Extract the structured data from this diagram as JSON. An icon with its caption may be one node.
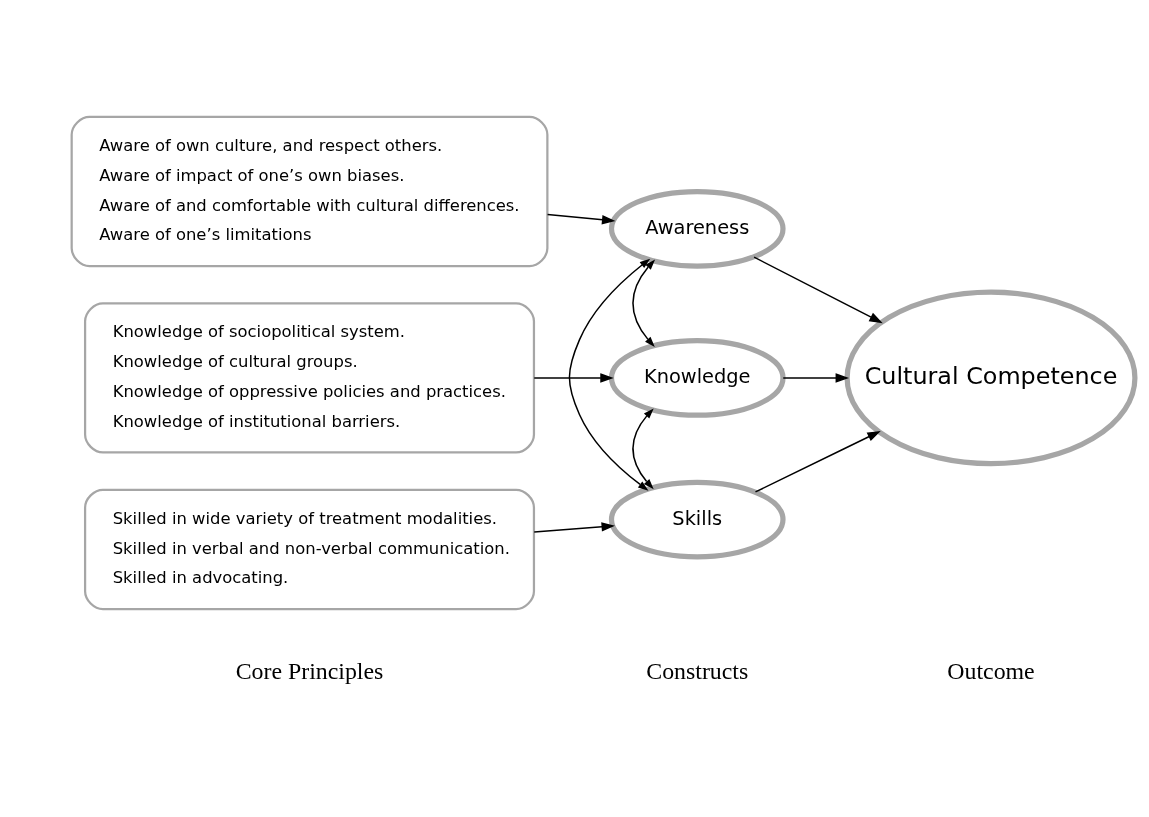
{
  "diagram": {
    "nodes": [
      {
        "text": [
          "Aware of own culture, and respect others.",
          "Aware of impact of one’s own biases.",
          "Aware of and comfortable with cultural differences.",
          "Aware of one’s limitations"
        ]
      },
      {
        "text": [
          "Awareness"
        ]
      },
      {
        "text": [
          "Knowledge of sociopolitical system.",
          "Knowledge of cultural groups.",
          "Knowledge of oppressive policies and practices.",
          "Knowledge of institutional barriers."
        ]
      },
      {
        "text": [
          "Knowledge"
        ]
      },
      {
        "text": [
          "Skilled in wide variety of treatment modalities.",
          "Skilled in verbal and non-verbal communication.",
          "Skilled in advocating."
        ]
      },
      {
        "text": [
          "Skills"
        ]
      },
      {
        "text": [
          "Cultural Competence"
        ]
      }
    ],
    "edges": [
      {
        "from": 0,
        "to": 1,
        "arrow": "to"
      },
      {
        "from": 2,
        "to": 3,
        "arrow": "to"
      },
      {
        "from": 4,
        "to": 5,
        "arrow": "to"
      },
      {
        "from": 1,
        "to": 6,
        "arrow": "to"
      },
      {
        "from": 3,
        "to": 6,
        "arrow": "to"
      },
      {
        "from": 5,
        "to": 6,
        "arrow": "to"
      },
      {
        "from": 1,
        "to": 3,
        "arrow": "both"
      },
      {
        "from": 3,
        "to": 5,
        "arrow": "both"
      },
      {
        "from": 1,
        "to": 5,
        "arrow": "both"
      }
    ],
    "labels": [
      "Core Principles",
      "Constructs",
      "Outcome"
    ]
  }
}
